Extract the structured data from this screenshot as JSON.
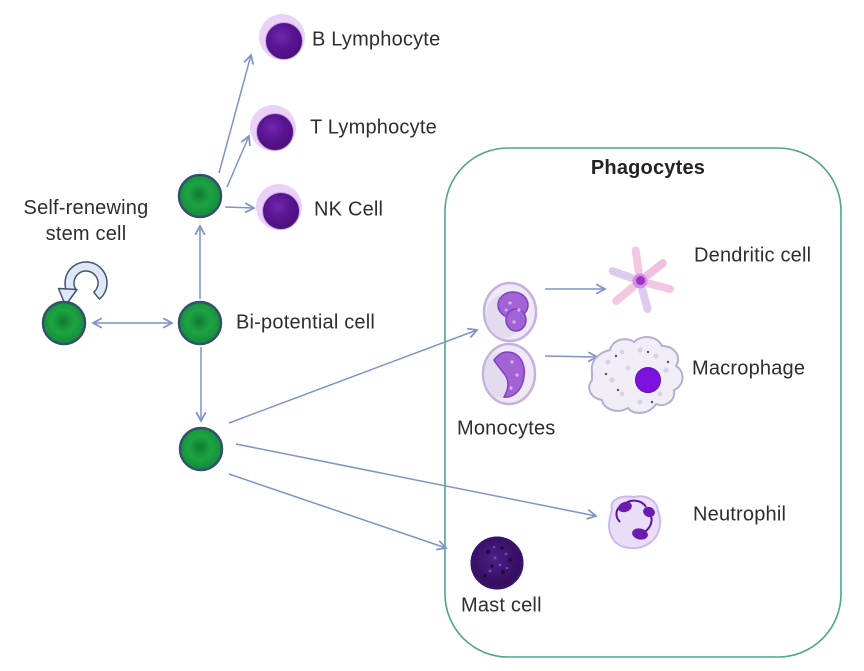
{
  "title": "Phagocytes",
  "labels": {
    "self_renewing": "Self-renewing stem cell",
    "b_lymphocyte": "B Lymphocyte",
    "t_lymphocyte": "T Lymphocyte",
    "nk_cell": "NK Cell",
    "bi_potential": "Bi-potential cell",
    "dendritic_cell": "Dendritic cell",
    "macrophage": "Macrophage",
    "monocytes": "Monocytes",
    "neutrophil": "Neutrophil",
    "mast_cell": "Mast cell"
  },
  "icons": {
    "self_renewal_loop": "circular-arrow",
    "stem_cell": "green-round-cell",
    "lymphocyte": "purple-round-cell-with-halo",
    "monocyte": "oval-cell-with-lobed-nucleus",
    "dendritic": "star-shaped-cell",
    "macrophage": "amoeboid-speckled-cell",
    "neutrophil": "multilobed-nucleus-cell",
    "mast": "dark-granular-round-cell"
  },
  "colors": {
    "stem_cell_green": "#1b9c40",
    "stem_cell_border": "#31516c",
    "lymphocyte_purple": "#50107f",
    "lymphocyte_halo": "#e9d2f6",
    "monocyte_nucleus": "#a163d6",
    "macrophage_nucleus": "#7c12dd",
    "mast_cell_purple": "#3b1470",
    "arrow_blue": "#7f93c4",
    "box_teal": "#4fa392",
    "loop_fill": "#dfe8f7",
    "loop_outline": "#44546a",
    "text": "#2e2e2e"
  }
}
